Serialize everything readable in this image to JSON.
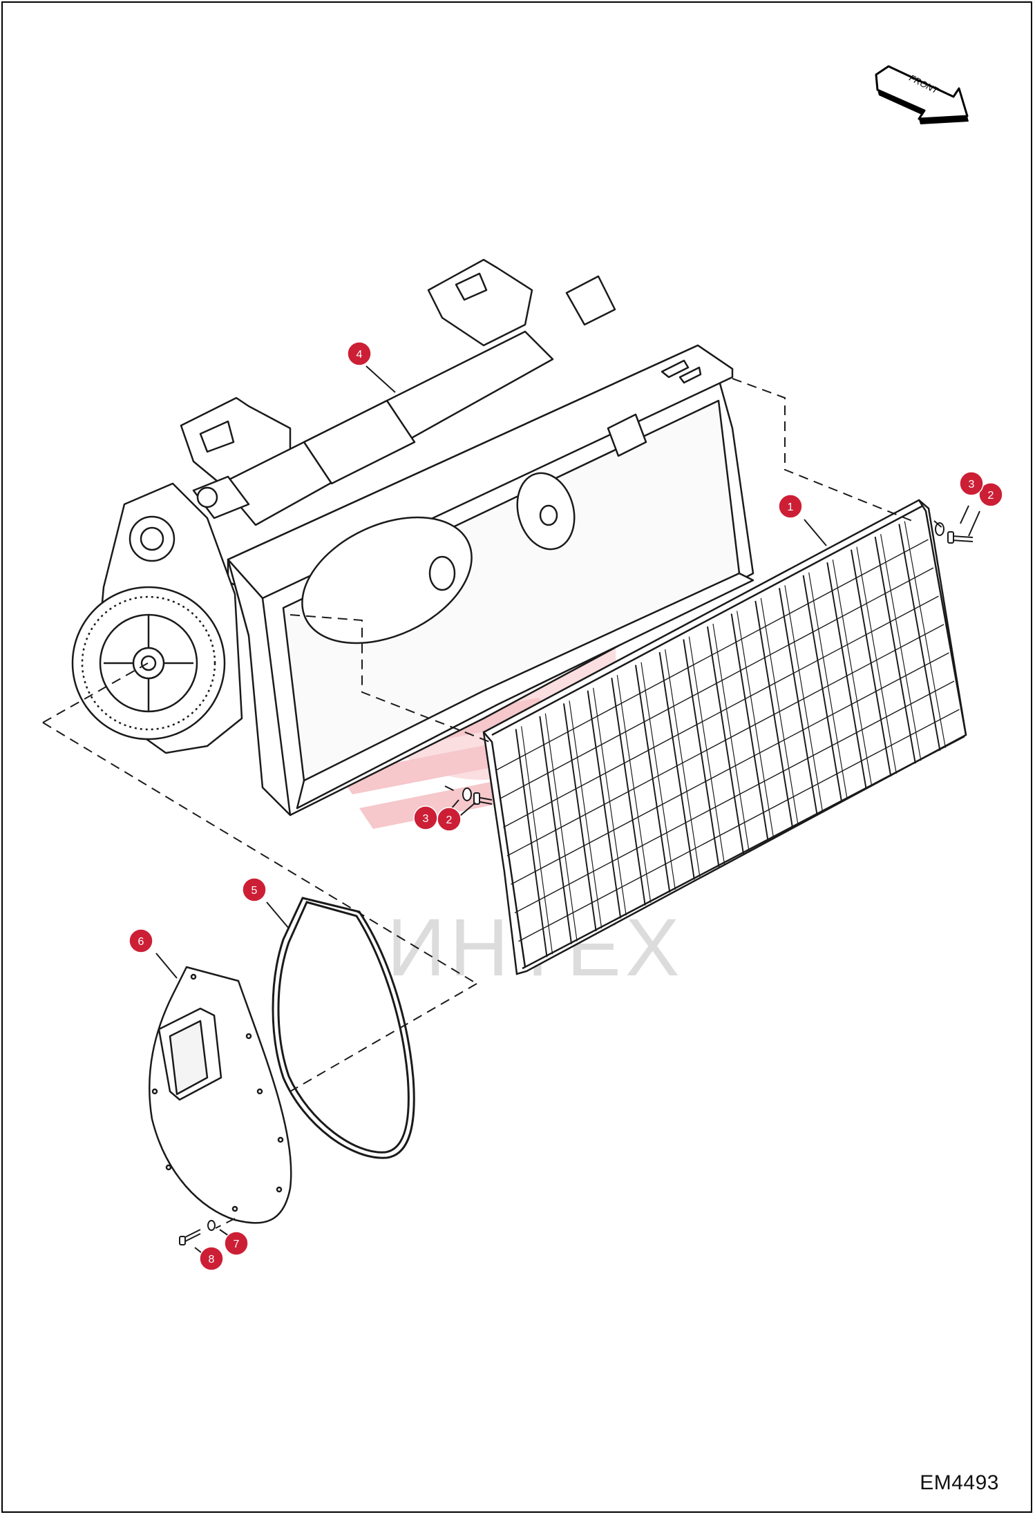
{
  "figure": {
    "reference_code": "EM4493",
    "front_arrow_label": "FRONT",
    "watermark_text": "ИНТЕХ"
  },
  "callouts": [
    {
      "number": "1",
      "part": "grate"
    },
    {
      "number": "2",
      "part": "bolt"
    },
    {
      "number": "3",
      "part": "washer"
    },
    {
      "number": "2",
      "part": "bolt"
    },
    {
      "number": "3",
      "part": "washer"
    },
    {
      "number": "4",
      "part": "mixer-bucket"
    },
    {
      "number": "5",
      "part": "chain-guard-gasket"
    },
    {
      "number": "6",
      "part": "chain-cover"
    },
    {
      "number": "7",
      "part": "lock-washer"
    },
    {
      "number": "8",
      "part": "screw"
    }
  ],
  "colors": {
    "callout_fill": "#cc1f36",
    "line": "#1a1a1a",
    "watermark": "#f2a9ae"
  }
}
